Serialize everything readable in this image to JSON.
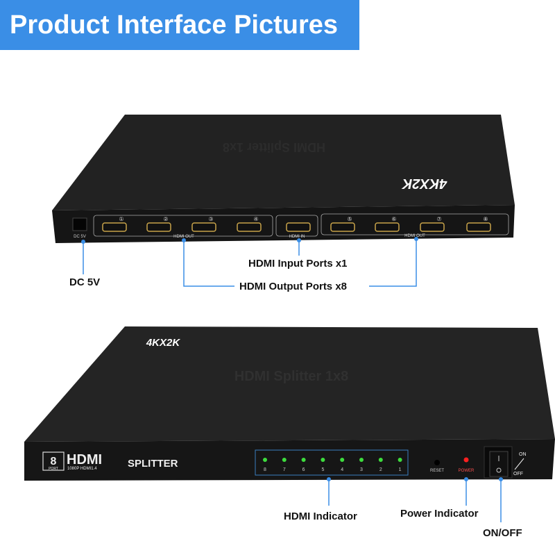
{
  "banner": {
    "title": "Product Interface Pictures",
    "color": "#3a8ee6"
  },
  "top_device": {
    "top_text": "HDMI Splitter 1x8",
    "badge": "4KX2K",
    "dc_label": "DC 5V",
    "out_group_label": "HDMI OUT",
    "in_label": "HDMI IN",
    "port_numbers": [
      "①",
      "②",
      "③",
      "④",
      "⑤",
      "⑥",
      "⑦",
      "⑧"
    ]
  },
  "bottom_device": {
    "badge": "4KX2K",
    "top_text": "HDMI Splitter 1x8",
    "logo_number": "8",
    "logo_port": "PORT",
    "logo_hdmi": "HDMI",
    "logo_sub": "1080P HDMI1.4",
    "splitter_label": "SPLITTER",
    "indicator_numbers": [
      "8",
      "7",
      "6",
      "5",
      "4",
      "3",
      "2",
      "1"
    ],
    "reset_label": "RESET",
    "power_label": "POWER",
    "switch_on": "ON",
    "switch_off": "OFF",
    "led_color": "#3ddc3d",
    "power_led_color": "#ff2020"
  },
  "callouts": {
    "dc": "DC 5V",
    "input": "HDMI Input Ports x1",
    "output": "HDMI Output Ports x8",
    "indicator": "HDMI Indicator",
    "power": "Power Indicator",
    "onoff": "ON/OFF",
    "line_color": "#3a8ee6"
  }
}
